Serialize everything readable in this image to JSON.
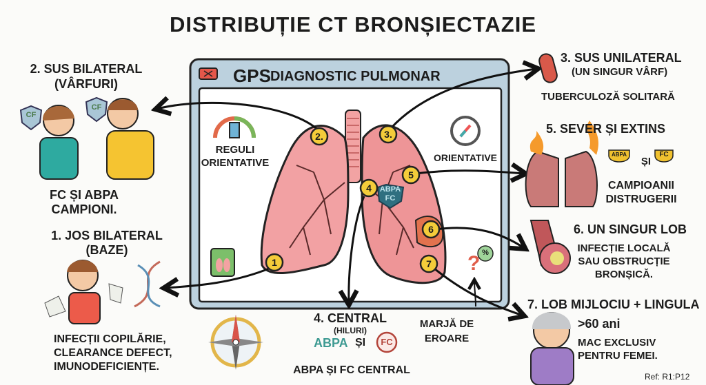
{
  "title": "DISTRIBUȚIE CT BRONȘIECTAZIE",
  "window": {
    "title_bold": "GPS",
    "title_rest": "DIAGNOSTIC PULMONAR"
  },
  "panel_labels": {
    "rules": [
      "REGULI",
      "ORIENTATIVE"
    ],
    "compass": "ORIENTATIVE"
  },
  "markers": [
    "1",
    "2.",
    "3.",
    "4",
    "5",
    "6",
    "7"
  ],
  "shield": {
    "top": "ABPA",
    "bottom": "FC"
  },
  "sections": {
    "s2": {
      "heading": "2. SUS BILATERAL",
      "sub": "(VÂRFURI)",
      "text": [
        "FC ȘI ABPA",
        "CAMPIONI."
      ],
      "badge": "CF"
    },
    "s1": {
      "heading": "1. JOS BILATERAL",
      "sub": "(BAZE)",
      "text": [
        "INFECȚII COPILĂRIE,",
        "CLEARANCE DEFECT,",
        "IMUNODEFICIENȚE."
      ]
    },
    "s3": {
      "heading": "3. SUS UNILATERAL",
      "sub": "(UN SINGUR VÂRF)",
      "text": "TUBERCULOZĂ SOLITARĂ"
    },
    "s5": {
      "heading": "5. SEVER ȘI EXTINS",
      "trophy1": "ABPA",
      "and": "ȘI",
      "trophy2": "FC",
      "text": [
        "CAMPIOANII",
        "DISTRUGERII"
      ]
    },
    "s6": {
      "heading": "6. UN SINGUR LOB",
      "text": [
        "INFECȚIE LOCALĂ",
        "SAU OBSTRUCȚIE",
        "BRONȘICĂ."
      ]
    },
    "s7": {
      "heading": "7. LOB MIJLOCIU + LINGULA",
      "age": ">60 ani",
      "text": [
        "MAC EXCLUSIV",
        "PENTRU FEMEI."
      ]
    },
    "s4": {
      "heading": "4. CENTRAL",
      "sub": "(HILURI)",
      "abpa": "ABPA",
      "and": "ȘI",
      "fc": "FC",
      "text": "ABPA ȘI FC CENTRAL"
    },
    "margin": [
      "MARJĂ DE",
      "EROARE"
    ]
  },
  "question_badge": "%",
  "ref": "Ref: R1:P12"
}
